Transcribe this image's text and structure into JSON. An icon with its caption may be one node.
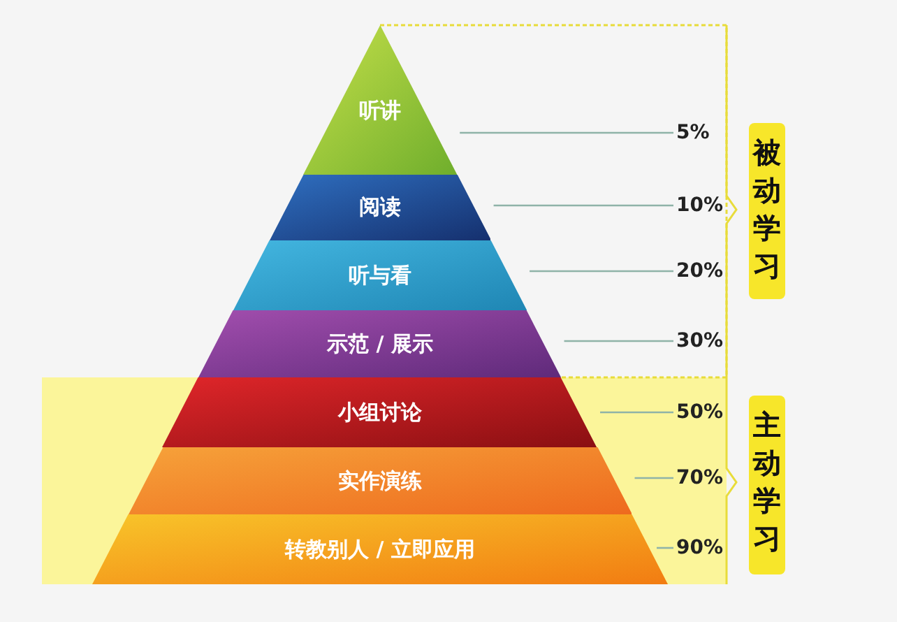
{
  "diagram": {
    "nodes": [
      {
        "text": [
          "听讲"
        ]
      },
      {
        "text": [
          "阅读"
        ]
      },
      {
        "text": [
          "听与看"
        ]
      },
      {
        "text": [
          "示范 / 展示"
        ]
      },
      {
        "text": [
          "小组讨论"
        ]
      },
      {
        "text": [
          "实作演练"
        ]
      },
      {
        "text": [
          "转教别人 / 立即应用"
        ]
      },
      {
        "text": [
          "5%"
        ]
      },
      {
        "text": [
          "10%"
        ]
      },
      {
        "text": [
          "20%"
        ]
      },
      {
        "text": [
          "30%"
        ]
      },
      {
        "text": [
          "50%"
        ]
      },
      {
        "text": [
          "70%"
        ]
      },
      {
        "text": [
          "90%"
        ]
      },
      {
        "text": [
          "被动学习"
        ]
      },
      {
        "text": [
          "主动学习"
        ]
      }
    ],
    "edges": [
      {
        "from": 0,
        "to": 7,
        "arrow": "none"
      },
      {
        "from": 1,
        "to": 8,
        "arrow": "none"
      },
      {
        "from": 2,
        "to": 9,
        "arrow": "none"
      },
      {
        "from": 3,
        "to": 10,
        "arrow": "none"
      },
      {
        "from": 4,
        "to": 11,
        "arrow": "none"
      },
      {
        "from": 5,
        "to": 12,
        "arrow": "none"
      },
      {
        "from": 6,
        "to": 13,
        "arrow": "none"
      }
    ]
  }
}
